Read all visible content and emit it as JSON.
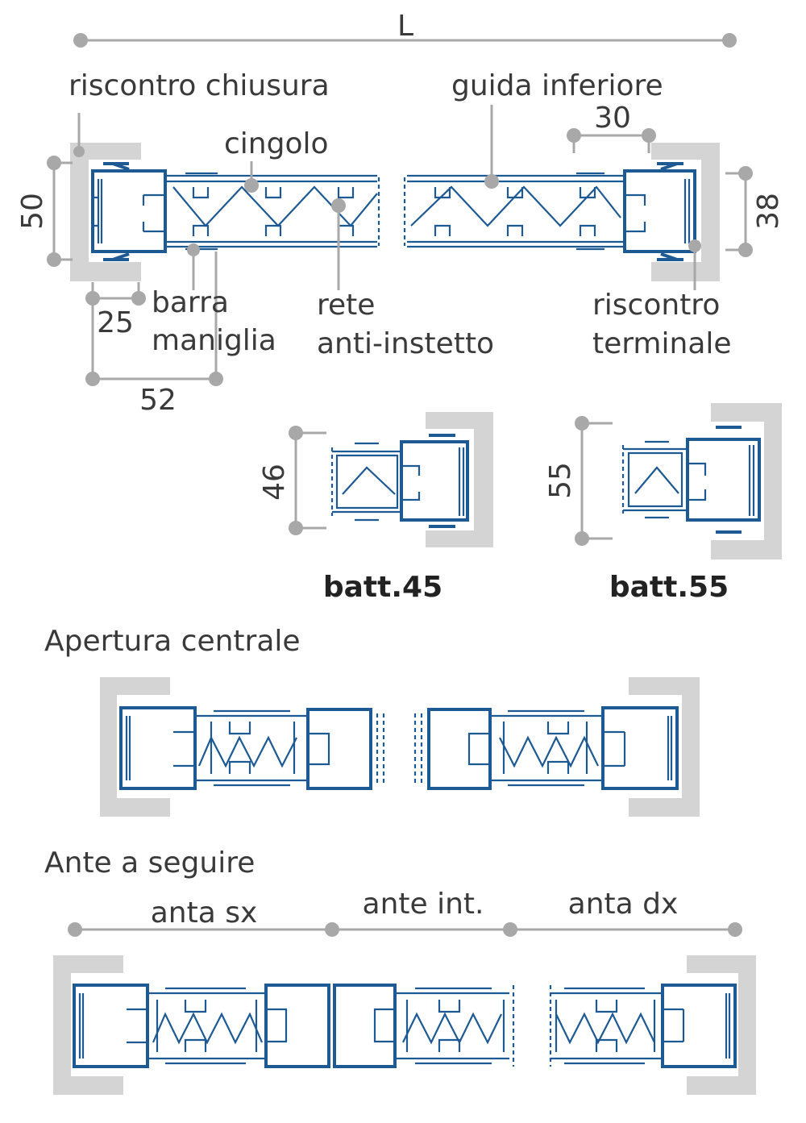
{
  "colors": {
    "profile": "#1d5a94",
    "frame": "#d4d4d4",
    "dimension": "#a8a8a8",
    "text": "#3a3a3a"
  },
  "top": {
    "overall_dim": "L",
    "labels": {
      "riscontro_chiusura": "riscontro chiusura",
      "guida_inferiore": "guida inferiore",
      "cingolo": "cingolo",
      "barra_1": "barra",
      "barra_2": "maniglia",
      "rete_1": "rete",
      "rete_2": "anti-instetto",
      "riscontro_t_1": "riscontro",
      "riscontro_t_2": "terminale"
    },
    "dims": {
      "d30": "30",
      "d38": "38",
      "d50": "50",
      "d25": "25",
      "d52": "52"
    }
  },
  "batt": {
    "b45": {
      "label": "batt.45",
      "dim": "46"
    },
    "b55": {
      "label": "batt.55",
      "dim": "55"
    }
  },
  "apertura": {
    "title": "Apertura centrale"
  },
  "ante": {
    "title": "Ante a seguire",
    "labels": {
      "sx": "anta sx",
      "int": "ante int.",
      "dx": "anta dx"
    }
  }
}
